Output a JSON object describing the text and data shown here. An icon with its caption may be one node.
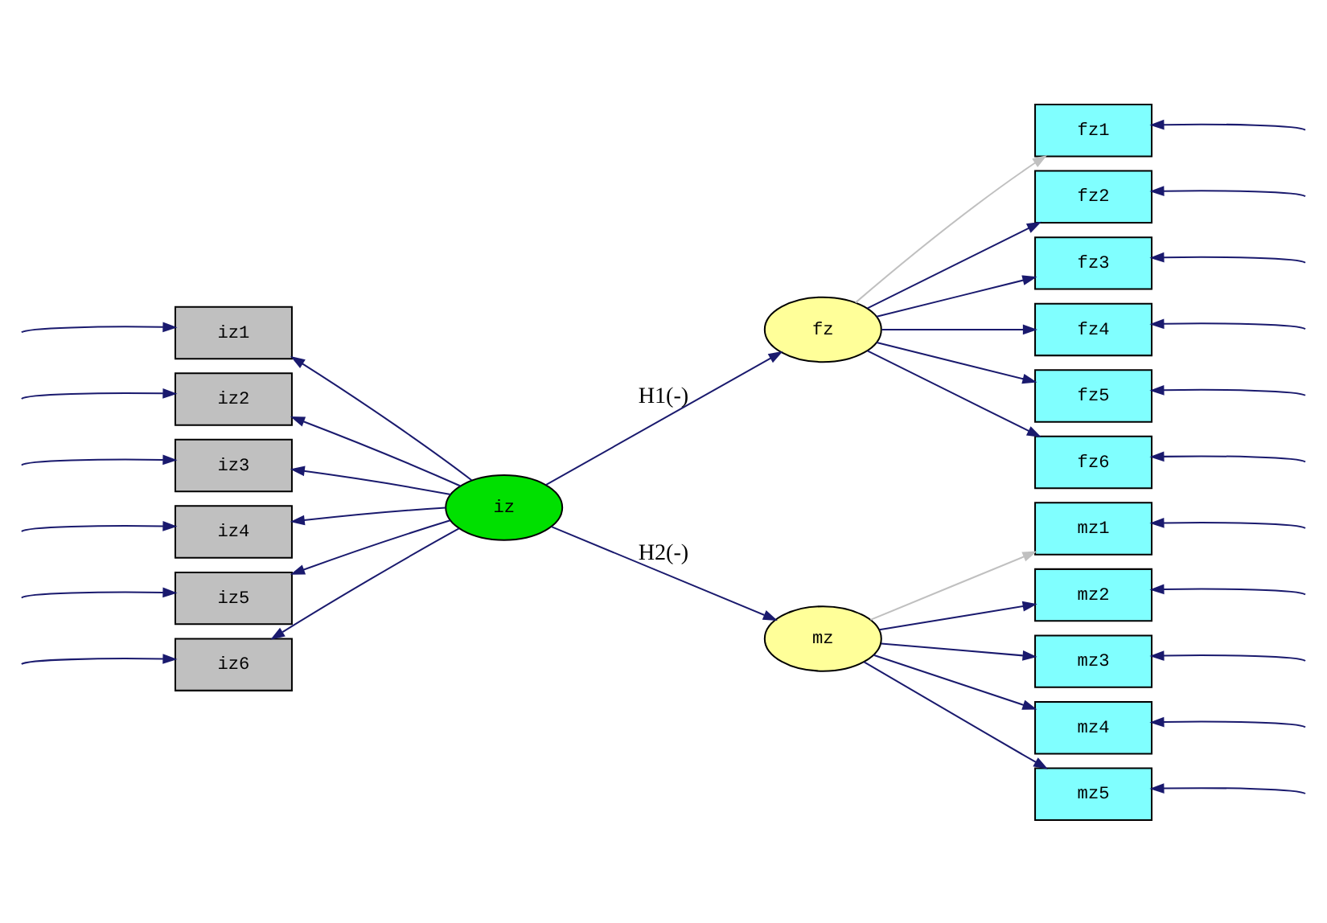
{
  "diagram": {
    "nodes": [
      {
        "text": [
          "iz"
        ]
      },
      {
        "text": [
          "iz1"
        ]
      },
      {
        "text": [
          "iz2"
        ]
      },
      {
        "text": [
          "iz3"
        ]
      },
      {
        "text": [
          "iz4"
        ]
      },
      {
        "text": [
          "iz5"
        ]
      },
      {
        "text": [
          "iz6"
        ]
      },
      {
        "text": [
          "fz"
        ]
      },
      {
        "text": [
          "mz"
        ]
      },
      {
        "text": [
          "fz1"
        ]
      },
      {
        "text": [
          "fz2"
        ]
      },
      {
        "text": [
          "fz3"
        ]
      },
      {
        "text": [
          "fz4"
        ]
      },
      {
        "text": [
          "fz5"
        ]
      },
      {
        "text": [
          "fz6"
        ]
      },
      {
        "text": [
          "mz1"
        ]
      },
      {
        "text": [
          "mz2"
        ]
      },
      {
        "text": [
          "mz3"
        ]
      },
      {
        "text": [
          "mz4"
        ]
      },
      {
        "text": [
          "mz5"
        ]
      }
    ],
    "edges": [
      {
        "from": 0,
        "to": 1,
        "arrow": "to"
      },
      {
        "from": 0,
        "to": 2,
        "arrow": "to"
      },
      {
        "from": 0,
        "to": 3,
        "arrow": "to"
      },
      {
        "from": 0,
        "to": 4,
        "arrow": "to"
      },
      {
        "from": 0,
        "to": 5,
        "arrow": "to"
      },
      {
        "from": 0,
        "to": 6,
        "arrow": "to"
      },
      {
        "from": 0,
        "to": 7,
        "arrow": "to",
        "label": "H1(-)"
      },
      {
        "from": 0,
        "to": 8,
        "arrow": "to",
        "label": "H2(-)"
      },
      {
        "from": 7,
        "to": 9,
        "arrow": "to",
        "color": "#c0c0c0"
      },
      {
        "from": 7,
        "to": 10,
        "arrow": "to"
      },
      {
        "from": 7,
        "to": 11,
        "arrow": "to"
      },
      {
        "from": 7,
        "to": 12,
        "arrow": "to"
      },
      {
        "from": 7,
        "to": 13,
        "arrow": "to"
      },
      {
        "from": 7,
        "to": 14,
        "arrow": "to"
      },
      {
        "from": 8,
        "to": 15,
        "arrow": "to",
        "color": "#c0c0c0"
      },
      {
        "from": 8,
        "to": 16,
        "arrow": "to"
      },
      {
        "from": 8,
        "to": 17,
        "arrow": "to"
      },
      {
        "from": 8,
        "to": 18,
        "arrow": "to"
      },
      {
        "from": 8,
        "to": 19,
        "arrow": "to"
      },
      {
        "from": null,
        "to": 1,
        "arrow": "to"
      },
      {
        "from": null,
        "to": 2,
        "arrow": "to"
      },
      {
        "from": null,
        "to": 3,
        "arrow": "to"
      },
      {
        "from": null,
        "to": 4,
        "arrow": "to"
      },
      {
        "from": null,
        "to": 5,
        "arrow": "to"
      },
      {
        "from": null,
        "to": 6,
        "arrow": "to"
      },
      {
        "from": null,
        "to": 9,
        "arrow": "to"
      },
      {
        "from": null,
        "to": 10,
        "arrow": "to"
      },
      {
        "from": null,
        "to": 11,
        "arrow": "to"
      },
      {
        "from": null,
        "to": 12,
        "arrow": "to"
      },
      {
        "from": null,
        "to": 13,
        "arrow": "to"
      },
      {
        "from": null,
        "to": 14,
        "arrow": "to"
      },
      {
        "from": null,
        "to": 15,
        "arrow": "to"
      },
      {
        "from": null,
        "to": 16,
        "arrow": "to"
      },
      {
        "from": null,
        "to": 17,
        "arrow": "to"
      },
      {
        "from": null,
        "to": 18,
        "arrow": "to"
      },
      {
        "from": null,
        "to": 19,
        "arrow": "to"
      }
    ]
  }
}
